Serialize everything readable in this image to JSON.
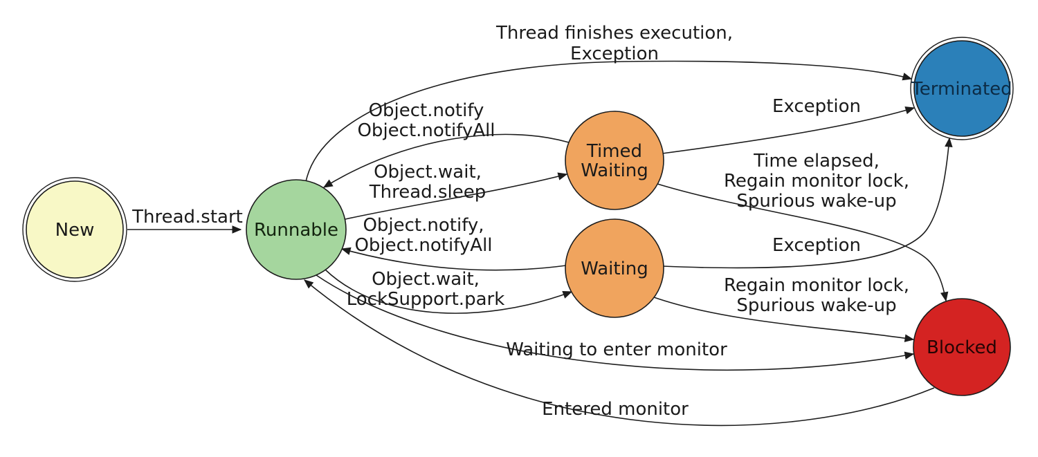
{
  "diagram": {
    "type": "state-diagram",
    "subject": "Java thread lifecycle states",
    "background_color": "#ffffff",
    "stroke_color": "#1c1c1c",
    "label_color": "#1a1a1a",
    "nodes": {
      "new": {
        "label": "New",
        "fill": "#f8f8c6",
        "text_color": "#1a1a1a",
        "shape": "double-circle"
      },
      "runnable": {
        "label": "Runnable",
        "fill": "#a5d69e",
        "text_color": "#13240f",
        "shape": "circle"
      },
      "timed_waiting": {
        "label_line1": "Timed",
        "label_line2": "Waiting",
        "fill": "#f0a45e",
        "text_color": "#1a1a1a",
        "shape": "circle"
      },
      "waiting": {
        "label": "Waiting",
        "fill": "#f0a45e",
        "text_color": "#1a1a1a",
        "shape": "circle"
      },
      "terminated": {
        "label": "Terminated",
        "fill": "#2b80b9",
        "text_color": "#0c2b45",
        "shape": "double-circle"
      },
      "blocked": {
        "label": "Blocked",
        "fill": "#d42322",
        "text_color": "#250404",
        "shape": "circle"
      }
    },
    "edges": {
      "new_to_runnable": {
        "from": "New",
        "to": "Runnable",
        "lines": [
          "Thread.start"
        ]
      },
      "runnable_to_terminated": {
        "from": "Runnable",
        "to": "Terminated",
        "lines": [
          "Thread finishes execution,",
          "Exception"
        ]
      },
      "timed_waiting_to_runnable": {
        "from": "Timed Waiting",
        "to": "Runnable",
        "lines": [
          "Object.notify",
          "Object.notifyAll"
        ]
      },
      "runnable_to_timed_waiting": {
        "from": "Runnable",
        "to": "Timed Waiting",
        "lines": [
          "Object.wait,",
          "Thread.sleep"
        ]
      },
      "waiting_to_runnable": {
        "from": "Waiting",
        "to": "Runnable",
        "lines": [
          "Object.notify,",
          "Object.notifyAll"
        ]
      },
      "runnable_to_waiting": {
        "from": "Runnable",
        "to": "Waiting",
        "lines": [
          "Object.wait,",
          "LockSupport.park"
        ]
      },
      "timed_waiting_to_terminated": {
        "from": "Timed Waiting",
        "to": "Terminated",
        "lines": [
          "Exception"
        ]
      },
      "timed_waiting_to_blocked": {
        "from": "Timed Waiting",
        "to": "Blocked",
        "lines": [
          "Time elapsed,",
          "Regain monitor lock,",
          "Spurious wake-up"
        ]
      },
      "waiting_to_terminated": {
        "from": "Waiting",
        "to": "Terminated",
        "lines": [
          "Exception"
        ]
      },
      "waiting_to_blocked": {
        "from": "Waiting",
        "to": "Blocked",
        "lines": [
          "Regain monitor lock,",
          "Spurious wake-up"
        ]
      },
      "runnable_to_blocked": {
        "from": "Runnable",
        "to": "Blocked",
        "lines": [
          "Waiting to enter monitor"
        ]
      },
      "blocked_to_runnable": {
        "from": "Blocked",
        "to": "Runnable",
        "lines": [
          "Entered monitor"
        ]
      }
    }
  }
}
